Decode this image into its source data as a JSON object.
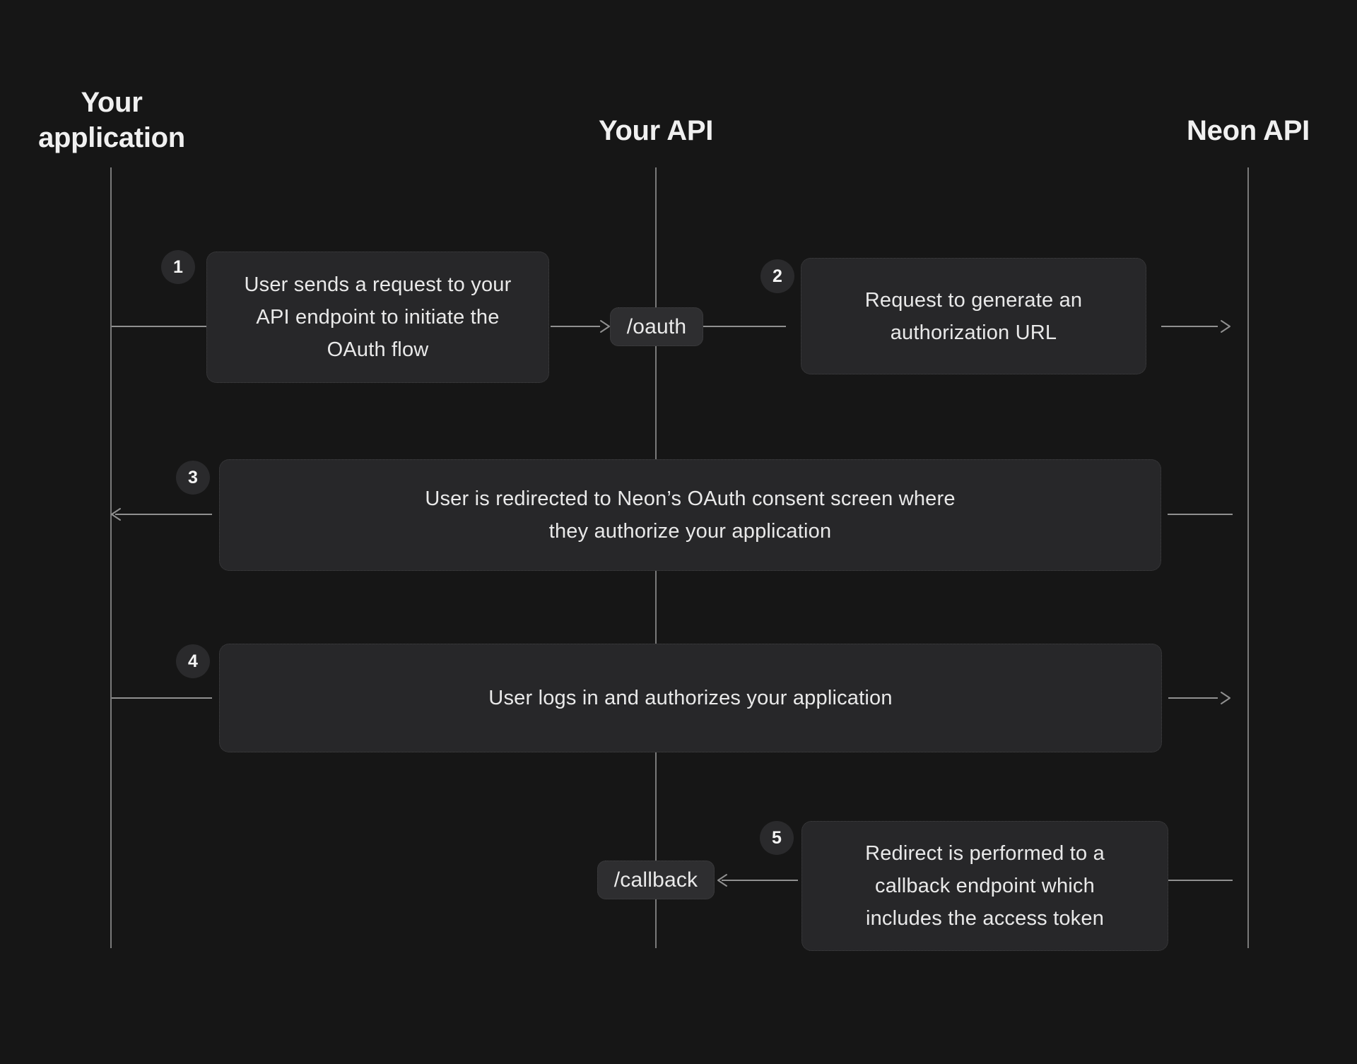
{
  "diagram": {
    "kind": "oauth-sequence-flow",
    "actors": [
      {
        "id": "your-application",
        "label": "Your\napplication"
      },
      {
        "id": "your-api",
        "label": "Your API"
      },
      {
        "id": "neon-api",
        "label": "Neon API"
      }
    ],
    "endpoints": [
      {
        "id": "oauth",
        "label": "/oauth"
      },
      {
        "id": "callback",
        "label": "/callback"
      }
    ],
    "steps": [
      {
        "number": "1",
        "from": "your-application",
        "to": "your-api",
        "text": "User sends a request to your\nAPI endpoint to initiate the\nOAuth flow"
      },
      {
        "number": "2",
        "from": "your-api",
        "to": "neon-api",
        "text": "Request to generate an\nauthorization URL"
      },
      {
        "number": "3",
        "from": "neon-api",
        "to": "your-application",
        "text": "User is redirected to Neon’s OAuth consent screen where\nthey authorize your application"
      },
      {
        "number": "4",
        "from": "your-application",
        "to": "neon-api",
        "text": "User logs in and authorizes your application"
      },
      {
        "number": "5",
        "from": "neon-api",
        "to": "your-api",
        "text": "Redirect is performed to a\ncallback endpoint which\nincludes the access token"
      }
    ],
    "colors": {
      "background": "#161616",
      "box_fill": "#272729",
      "pill_fill": "#2e2e30",
      "badge_fill": "#2a2a2c",
      "line": "#909090",
      "text": "#e9e9e9",
      "heading_text": "#f0f0f0"
    }
  }
}
